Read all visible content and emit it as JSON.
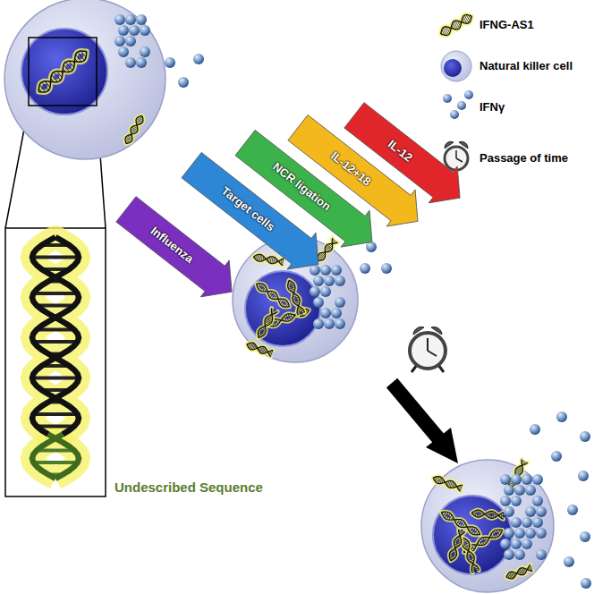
{
  "diagram": {
    "nodes": [
      {
        "text": [
          "IL-12"
        ]
      },
      {
        "text": [
          "IL-12+18"
        ]
      },
      {
        "text": [
          "NCR ligation"
        ]
      },
      {
        "text": [
          "Target cells"
        ]
      },
      {
        "text": [
          "Influenza"
        ]
      }
    ],
    "edges": [],
    "labels": [
      "Undescribed Sequence"
    ],
    "legend": [
      {
        "text": "IFNG-AS1"
      },
      {
        "text": "Natural killer cell"
      },
      {
        "text": "IFNγ"
      },
      {
        "text": "Passage of time"
      }
    ]
  }
}
